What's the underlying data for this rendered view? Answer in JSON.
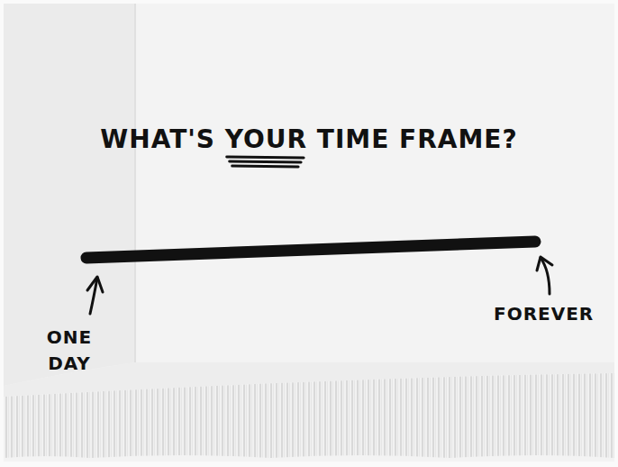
{
  "diagram": {
    "title": "WHAT'S YOUR TIME FRAME?",
    "labels": [
      "ONE DAY",
      "FOREVER"
    ]
  }
}
